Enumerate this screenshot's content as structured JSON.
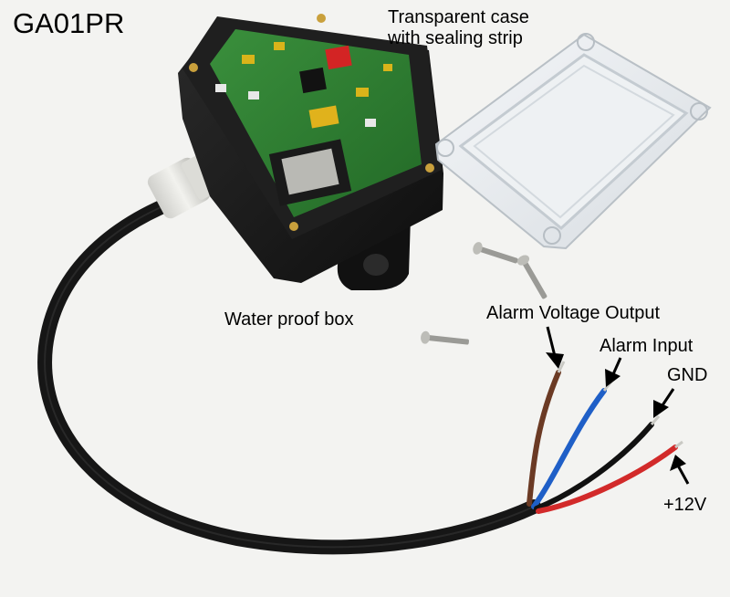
{
  "title": "GA01PR",
  "labels": {
    "case_line1": "Transparent case",
    "case_line2": "with sealing strip",
    "box": "Water proof box",
    "alarm_voltage_output": "Alarm Voltage Output",
    "alarm_input": "Alarm Input",
    "gnd": "GND",
    "plus_12v": "+12V"
  },
  "colors": {
    "background": "#f3f3f1",
    "box": "#1b1b1b",
    "pcb": "#2f7d32",
    "case": "#e3e7ea",
    "cable": "#161616",
    "wire_brown": "#6b3a24",
    "wire_blue": "#1f5fc7",
    "wire_black": "#111111",
    "wire_red": "#d22a2a",
    "arrow": "#000000"
  }
}
